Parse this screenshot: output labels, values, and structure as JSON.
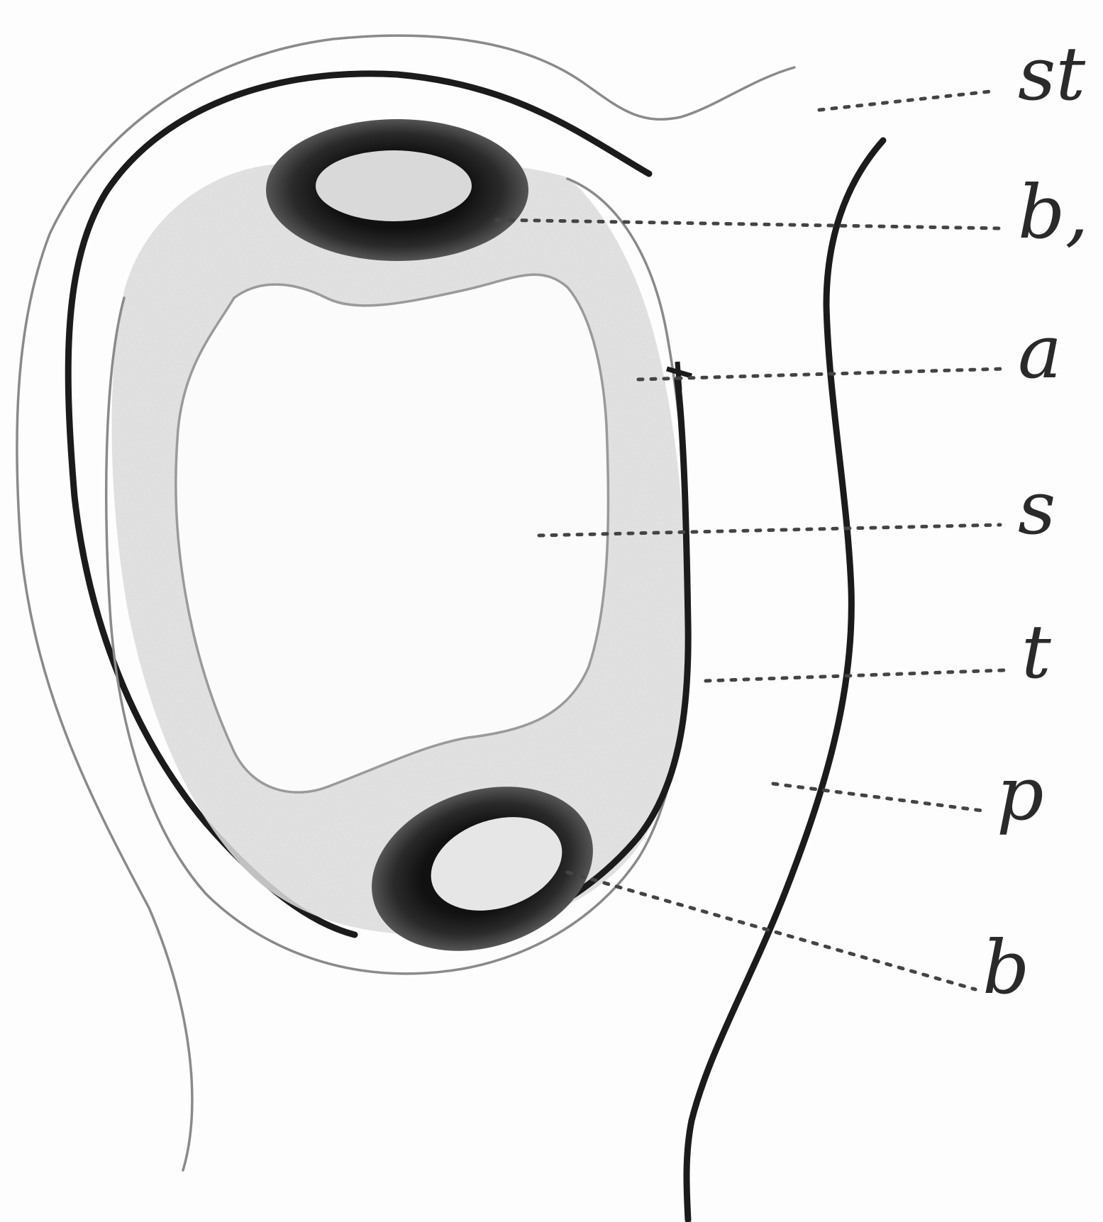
{
  "labels": {
    "st": "st",
    "b1": "b,",
    "a": "a",
    "s": "s",
    "t": "t",
    "p": "p",
    "b": "b"
  },
  "colors": {
    "ink": "#1b1b1b",
    "grey_line": "#8a8a8a",
    "stipple": "#d6d6d6",
    "background": "#fdfdfd"
  }
}
